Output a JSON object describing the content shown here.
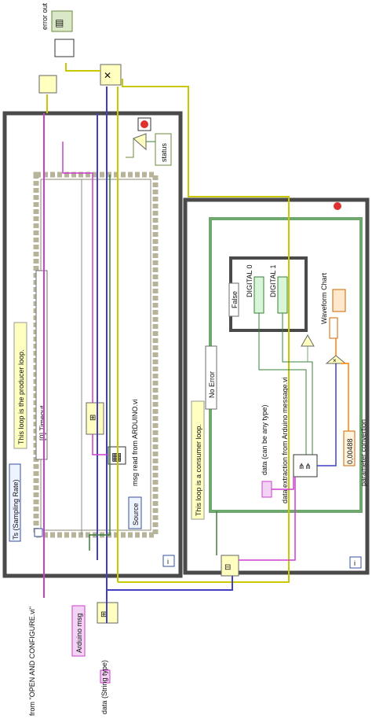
{
  "diagram": {
    "terminals": {
      "error_out": "error out",
      "status": "status",
      "from_open_configure": "from \"OPEN AND CONFIGURE.vi\"",
      "arduino_msg": "Arduino msg",
      "data_string_type": "data (String type)"
    },
    "producer": {
      "comment": "This loop is the producer loop.",
      "event_case": "[0] Timeout",
      "ts_control": "Ts (Sampling Rate)",
      "subvi_label": "msg read from ARDUINO.vi",
      "source_label": "Source",
      "loop_iter": "i"
    },
    "consumer": {
      "comment": "This loop is a consumer loop.",
      "case_selector": "No Error",
      "inner_case_selector": "False",
      "digital0": "DIGITAL 0",
      "digital1": "DIGITAL 1",
      "waveform_chart": "Waveform Chart",
      "data_any_type": "data (can be any type)",
      "data_extraction": "data extraction from Arduino message.vi",
      "parameter_conversion": "parameter convertion",
      "constant": "0,00488",
      "loop_iter": "i"
    },
    "colors": {
      "loop_border": "#4a4a4a",
      "error_wire": "#c8c800",
      "string_wire": "#cc3fcc",
      "queue_wire": "#3a7f3a",
      "numeric_wire": "#ff8000",
      "class_wire": "#4040c0",
      "comment_bg": "#ffffc0"
    }
  }
}
